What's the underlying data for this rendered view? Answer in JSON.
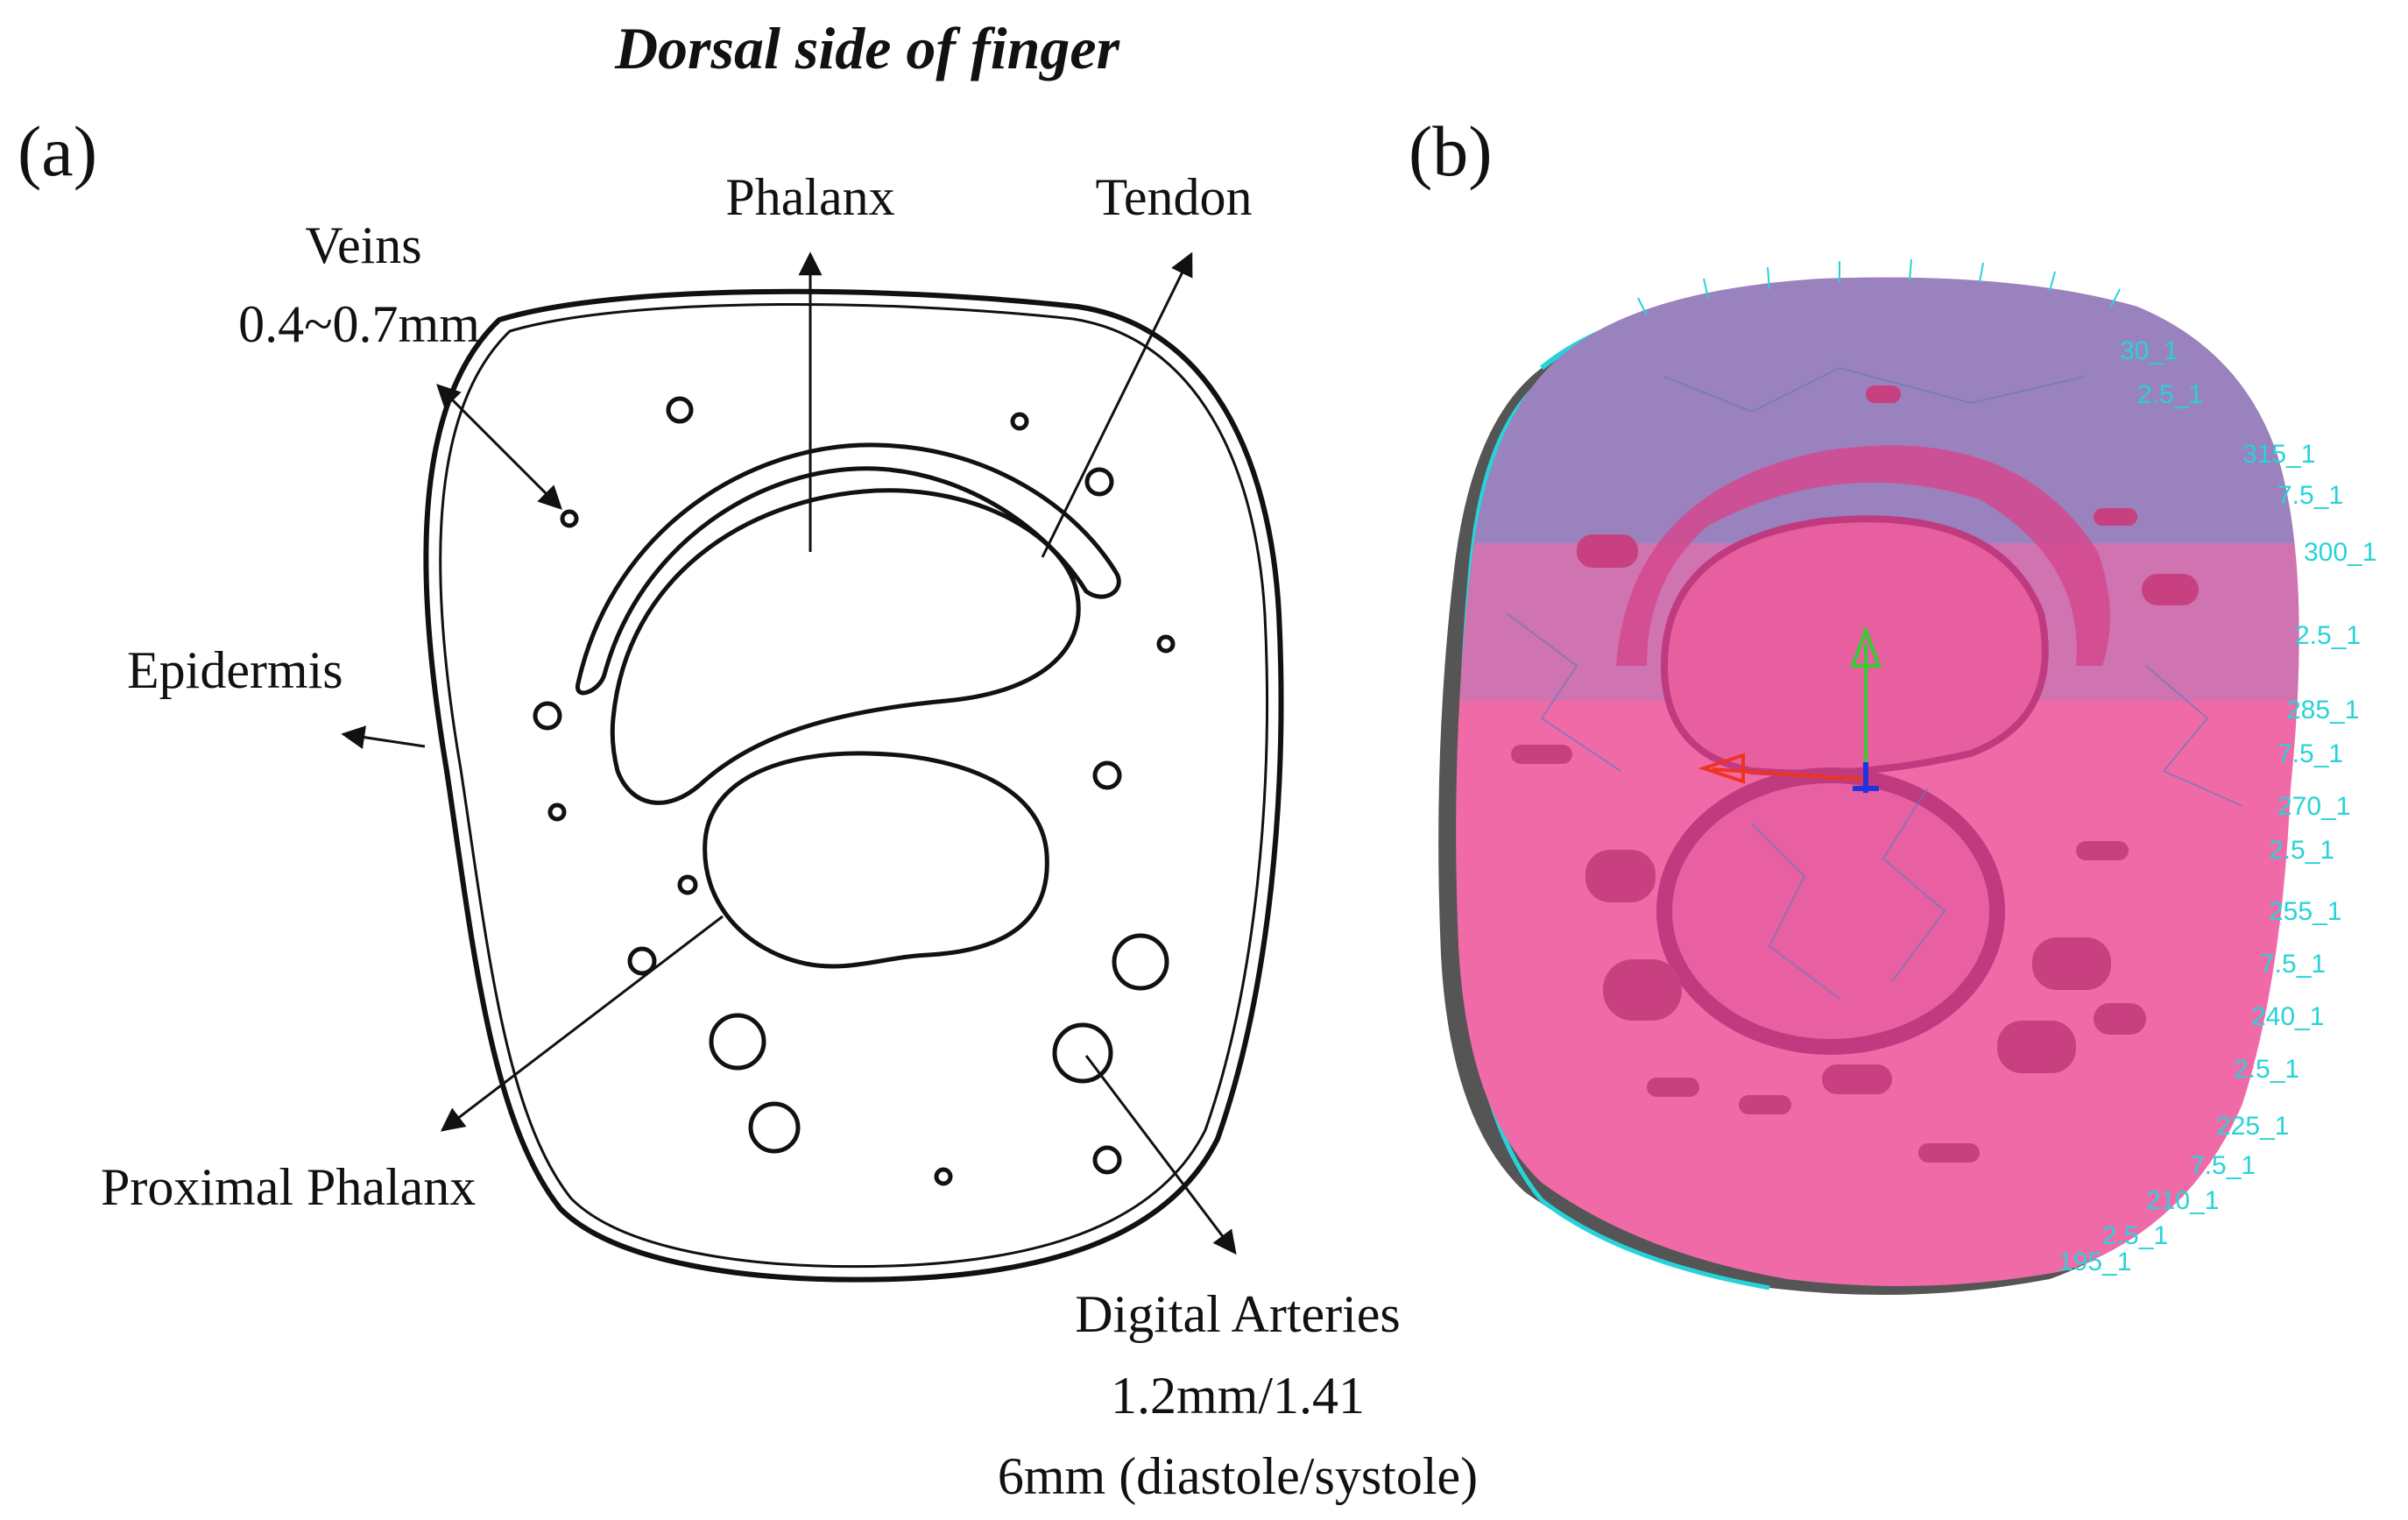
{
  "title": "Dorsal side of finger",
  "panels": {
    "a": "(a)",
    "b": "(b)"
  },
  "labels": {
    "phalanx": "Phalanx",
    "tendon": "Tendon",
    "veins_name": "Veins",
    "veins_size": "0.4~0.7mm",
    "epidermis": "Epidermis",
    "proximal_phalanx": "Proximal Phalanx",
    "arteries_name": "Digital Arteries",
    "arteries_line2": "1.2mm/1.41",
    "arteries_line3": "6mm (diastole/systole)"
  },
  "mesh_labels": [
    "315_1",
    "7.5_1",
    "300_1",
    "2.5_1",
    "285_1",
    "7.5_1",
    "270_1",
    "2.5_1",
    "255_1",
    "7.5_1",
    "240_1",
    "2.5_1",
    "225_1",
    "7.5_1",
    "210_1",
    "2.5_1",
    "195_1",
    "30_1",
    "2.5_1"
  ],
  "colors": {
    "outline": "#111111",
    "tissue_pink": "#f06aa8",
    "bone_purple": "#9a82be",
    "shadow_gray": "#555555",
    "mesh_cyan": "#27d3d8",
    "axis_green": "#33cc33",
    "axis_red": "#ee3322",
    "axis_blue": "#2233dd"
  }
}
